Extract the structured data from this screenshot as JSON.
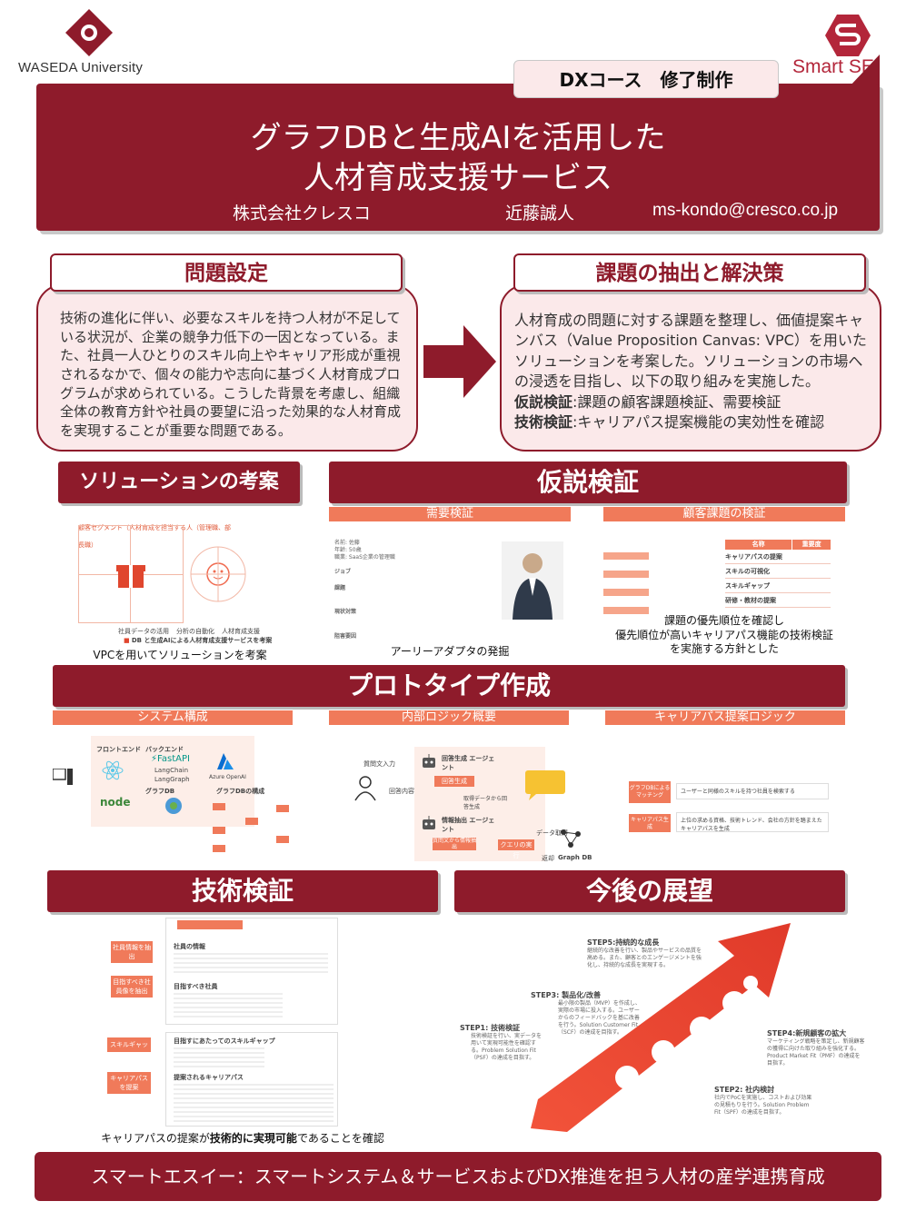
{
  "header": {
    "waseda_name": "WASEDA University",
    "smartse_name": "Smart SE",
    "course_tab": "DXコース　修了制作",
    "title_line1": "グラフDBと生成AIを活用した",
    "title_line2": "人材育成支援サービス",
    "company": "株式会社クレスコ",
    "author": "近藤誠人",
    "email": "ms-kondo@cresco.co.jp"
  },
  "problem": {
    "label": "問題設定",
    "text": "技術の進化に伴い、必要なスキルを持つ人材が不足している状況が、企業の競争力低下の一因となっている。また、社員一人ひとりのスキル向上やキャリア形成が重視されるなかで、個々の能力や志向に基づく人材育成プログラムが求められている。こうした背景を考慮し、組織全体の教育方針や社員の要望に沿った効果的な人材育成を実現することが重要な問題である。"
  },
  "solution": {
    "label": "課題の抽出と解決策",
    "intro": "人材育成の問題に対する課題を整理し、価値提案キャンバス（Value Proposition Canvas: VPC）を用いたソリューションを考案した。ソリューションの市場への浸透を目指し、以下の取り組みを実施した。",
    "hypo_label": "仮説検証",
    "hypo_text": ":課題の顧客課題検証、需要検証",
    "tech_label": "技術検証",
    "tech_text": ":キャリアパス提案機能の実効性を確認"
  },
  "sections": {
    "solution_design": "ソリューションの考案",
    "hypothesis": "仮説検証",
    "prototype": "プロトタイプ作成",
    "tech_verify": "技術検証",
    "future": "今後の展望"
  },
  "subbars": {
    "demand": "需要検証",
    "issue": "顧客課題の検証",
    "system": "システム構成",
    "logic": "内部ロジック概要",
    "career": "キャリアパス提案ロジック"
  },
  "vpc": {
    "segment": "顧客セグメント（人材育成を担当する人（管理職、部長職）",
    "tagline": "DB と生成AIによる人材育成支援サービスを考案",
    "bottom_items": [
      "社員データの活用",
      "分析の自動化",
      "人材育成支援"
    ],
    "caption": "VPCを用いてソリューションを考案"
  },
  "persona": {
    "lines": [
      "名前: 佐藤",
      "年齢: 50歳",
      "職業: SaaS企業の管理職",
      "ジョブ",
      "課題",
      "現状対策",
      "阻害要因"
    ],
    "caption": "アーリーアダプタの発掘"
  },
  "issue_table": {
    "col_name": "名称",
    "col_importance": "重要度",
    "rows": [
      "キャリアパスの提案",
      "スキルの可視化",
      "スキルギャップ",
      "研修・教材の提案"
    ],
    "caption_line1": "課題の優先順位を確認し",
    "caption_line2": "優先順位が高いキャリアパス機能の技術検証",
    "caption_line3": "を実施する方針とした"
  },
  "system": {
    "frontend": "フロントエンド",
    "backend": "バックエンド",
    "graphdb": "グラフDB",
    "fastapi": "FastAPI",
    "langchain": "LangChain",
    "langgraph": "LangGraph",
    "azure": "Azure OpenAI",
    "node": "node",
    "graph_struct": "グラフDBの構成"
  },
  "logic": {
    "input": "質問文入力",
    "answer_agent": "回答生成 エージェント",
    "answer_gen": "回答生成",
    "answer_content": "回答内容",
    "extract_agent": "情報抽出 エージェント",
    "extract": "質問文から情報抽出",
    "query": "クエリの実行",
    "data_get": "データ取得",
    "return": "返却",
    "graphdb": "Graph DB",
    "from_data": "取得データから回答生成"
  },
  "career": {
    "left1": "グラフDBによるマッチング",
    "left2": "キャリアパス生成",
    "right1": "ユーザーと同様のスキルを持つ社員を検索する",
    "right2": "上位の求める資格、技術トレンド、会社の方針を踏まえたキャリアパスを生成"
  },
  "tech": {
    "labels": [
      "社員情報を抽出",
      "目指すべき社員像を抽出",
      "スキルギャップ",
      "キャリアパスを提案"
    ],
    "screen_headings": [
      "社員の情報",
      "目指すべき社員",
      "目指すにあたってのスキルギャップ",
      "提案されるキャリアパス"
    ],
    "caption_pre": "キャリアパスの提案が",
    "caption_bold": "技術的に実現可能",
    "caption_post": "であることを確認"
  },
  "future": {
    "steps": [
      {
        "title": "STEP1: 技術検証",
        "text": "技術検証を行い、実データを用いて実現可能性を確認する。Problem Solution Fit（PSF）の達成を目指す。"
      },
      {
        "title": "STEP2: 社内検討",
        "text": "社内でPoCを実施し、コストおよび効果の見積もりを行う。Solution Problem Fit（SPF）の達成を目指す。"
      },
      {
        "title": "STEP3: 製品化/改善",
        "text": "最小限の製品（MVP）を作成し、実際の市場に投入する。ユーザーからのフィードバックを基に改善を行う。Solution Customer Fit（SCF）の達成を目指す。"
      },
      {
        "title": "STEP4:新規顧客の拡大",
        "text": "マーケティング戦略を策定し、新規顧客の獲得に向けた取り組みを強化する。Product Market Fit（PMF）の達成を目指す。"
      },
      {
        "title": "STEP5:持続的な成長",
        "text": "継続的な改善を行い、製品やサービスの品質を高める。また、顧客とのエンゲージメントを強化し、持続的な成長を実現する。"
      }
    ]
  },
  "footer": "スマートエスイー：スマートシステム＆サービスおよびDX推進を担う人材の産学連携育成",
  "colors": {
    "primary": "#8e1b2b",
    "accent": "#f07a5a",
    "pink": "#fbe9ea"
  }
}
